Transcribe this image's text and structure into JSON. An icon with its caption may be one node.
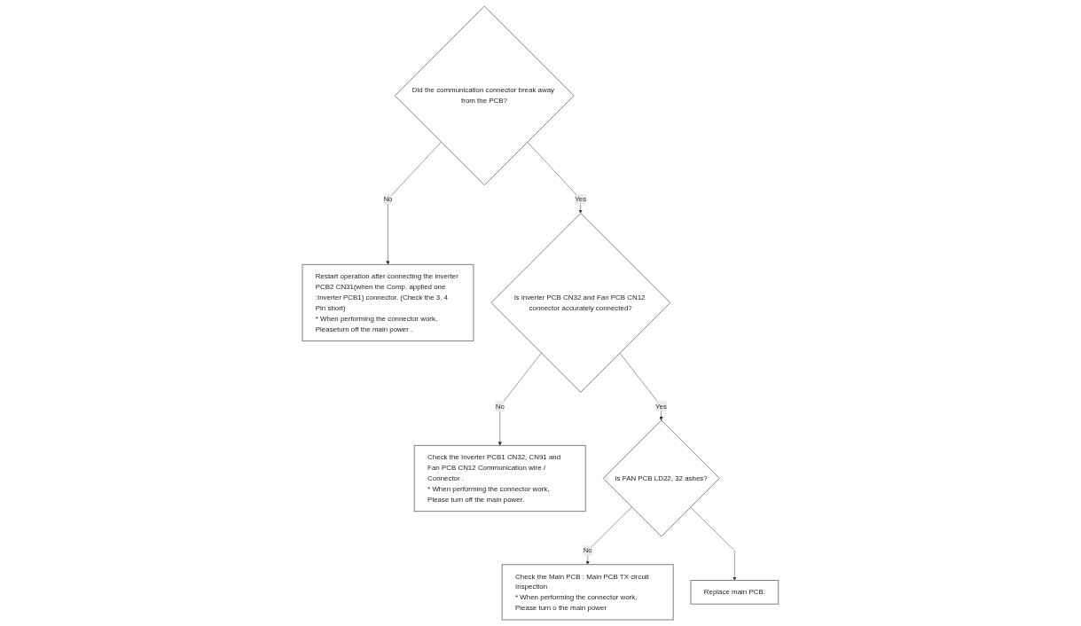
{
  "diagram": {
    "nodes": [
      {
        "text": [
          "Did the communication connector break away from the PCB?"
        ]
      },
      {
        "text": [
          "Restart operation after connecting the inverter PCB2 CN31(when the Comp. applied one :Inverter PCB1) connector. (Check the 3, 4 Pin short)",
          "* When performing the connector work, Pleaseturn off the main power ."
        ]
      },
      {
        "text": [
          "Is inverter PCB CN32 and Fan PCB CN12 connector accurately connected?"
        ]
      },
      {
        "text": [
          "Check the Inverter PCB1 CN32, CN91 and Fan PCB CN12 Communication wire / Connector .",
          "* When performing the connector work, Please turn off the main power."
        ]
      },
      {
        "text": [
          "Is FAN PCB LD22, 32 ashes?"
        ]
      },
      {
        "text": [
          "Check the Main PCB : Main PCB TX circuit Inspection",
          "* When performing the connector work, Please turn o the main power"
        ]
      },
      {
        "text": [
          "Replace main PCB."
        ]
      }
    ],
    "edges": [
      {
        "from": 0,
        "to": 1,
        "arrow": "to",
        "label": "No"
      },
      {
        "from": 0,
        "to": 2,
        "arrow": "to",
        "label": "Yes"
      },
      {
        "from": 2,
        "to": 3,
        "arrow": "to",
        "label": "No"
      },
      {
        "from": 2,
        "to": 4,
        "arrow": "to",
        "label": "Yes"
      },
      {
        "from": 4,
        "to": 5,
        "arrow": "to",
        "label": "No"
      },
      {
        "from": 4,
        "to": 6,
        "arrow": "to"
      }
    ]
  }
}
